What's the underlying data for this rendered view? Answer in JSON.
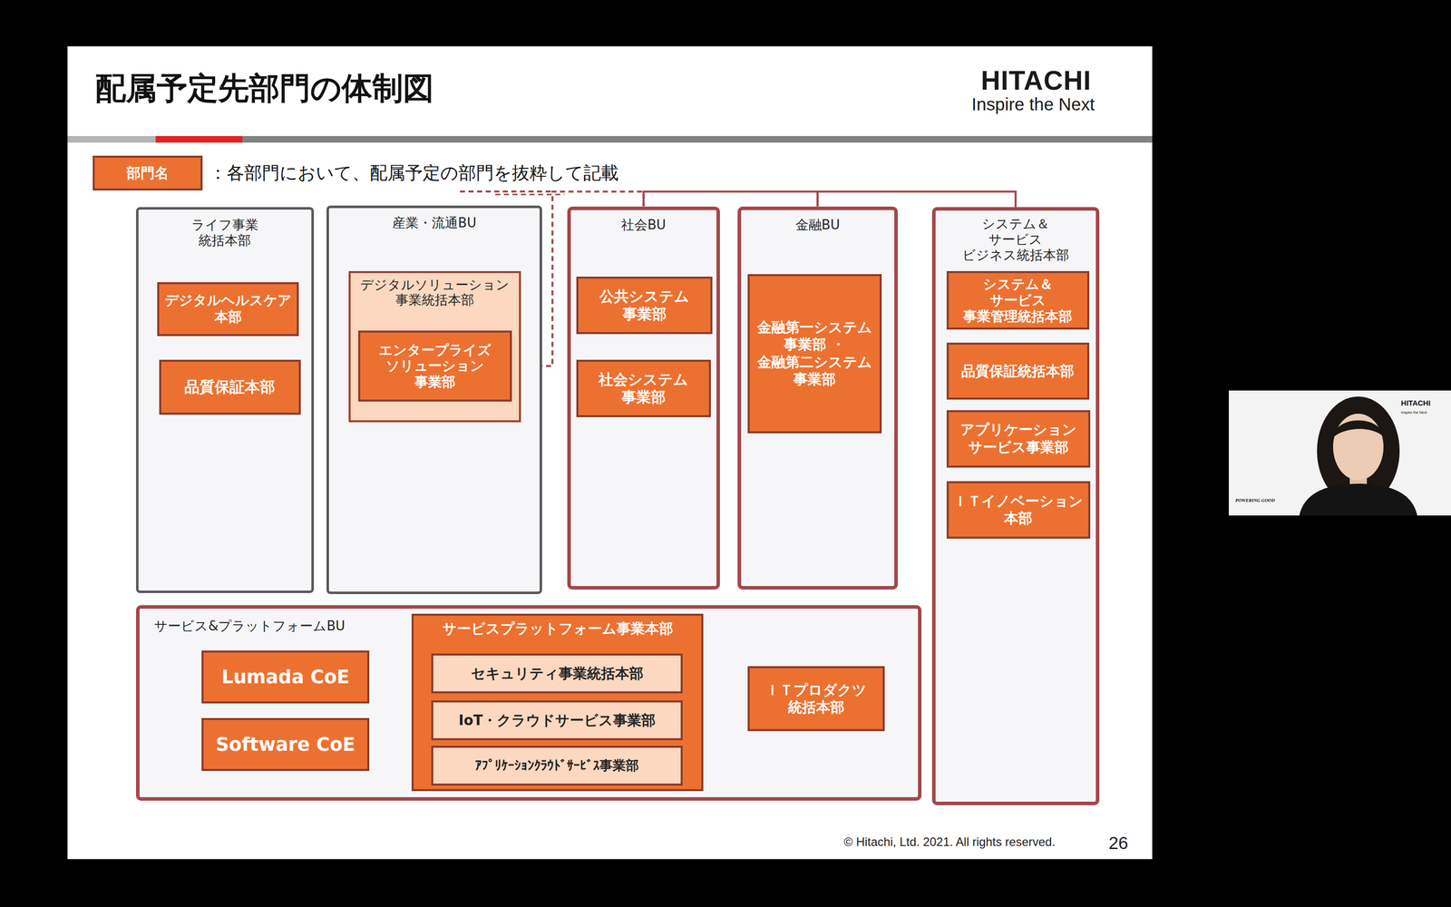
{
  "diagram": {
    "title": "配属予定先部門の体制図",
    "nodes": [
      {
        "text": [
          "ライフ事業 統括本部"
        ]
      },
      {
        "text": [
          "デジタルヘルスケア 本部"
        ],
        "in": 0
      },
      {
        "text": [
          "品質保証本部"
        ],
        "in": 0
      },
      {
        "text": [
          "産業・流通BU"
        ]
      },
      {
        "text": [
          "デジタルソリューション 事業統括本部"
        ],
        "in": 3
      },
      {
        "text": [
          "エンタープライズ ソリューション 事業部"
        ],
        "in": 4
      },
      {
        "text": [
          "社会BU"
        ]
      },
      {
        "text": [
          "公共システム 事業部"
        ],
        "in": 6
      },
      {
        "text": [
          "社会システム 事業部"
        ],
        "in": 6
      },
      {
        "text": [
          "金融BU"
        ]
      },
      {
        "text": [
          "金融第一システム 事業部 ・ 金融第二システム 事業部"
        ],
        "in": 9
      },
      {
        "text": [
          "システム＆サービス ビジネス統括本部"
        ]
      },
      {
        "text": [
          "システム＆サービス 事業管理統括本部"
        ],
        "in": 11
      },
      {
        "text": [
          "品質保証統括本部"
        ],
        "in": 11
      },
      {
        "text": [
          "アプリケーション サービス事業部"
        ],
        "in": 11
      },
      {
        "text": [
          "ＩＴイノベーション 本部"
        ],
        "in": 11
      },
      {
        "text": [
          "サービス&プラットフォームBU"
        ]
      },
      {
        "text": [
          "Lumada CoE"
        ],
        "in": 16
      },
      {
        "text": [
          "Software CoE"
        ],
        "in": 16
      },
      {
        "text": [
          "サービスプラットフォーム事業本部"
        ],
        "in": 16
      },
      {
        "text": [
          "セキュリティ事業統括本部"
        ],
        "in": 19
      },
      {
        "text": [
          "IoT・クラウドサービス事業部"
        ],
        "in": 19
      },
      {
        "text": [
          "ｱﾌﾟﾘｹｰｼｮﾝｸﾗｳﾄﾞｻｰﾋﾞｽ事業部"
        ],
        "in": 19
      },
      {
        "text": [
          "ＩＴプロダクツ 統括本部"
        ],
        "in": 16
      }
    ],
    "edges": [
      {
        "from": 6,
        "to": 9,
        "arrow": "none"
      },
      {
        "from": 9,
        "to": 11,
        "arrow": "none"
      },
      {
        "from": 5,
        "to": 6,
        "arrow": "none"
      }
    ],
    "labels": [
      "HITACHI",
      "Inspire the Next",
      "部門名",
      "© Hitachi, Ltd. 2021. All rights reserved.",
      "26",
      "HITACHI",
      "Inspire the Next",
      "POWERING GOOD"
    ],
    "legend": [
      {
        "text": "：各部門において、配属予定の部門を抜粋して記載",
        "color": "#ec7131"
      }
    ]
  }
}
